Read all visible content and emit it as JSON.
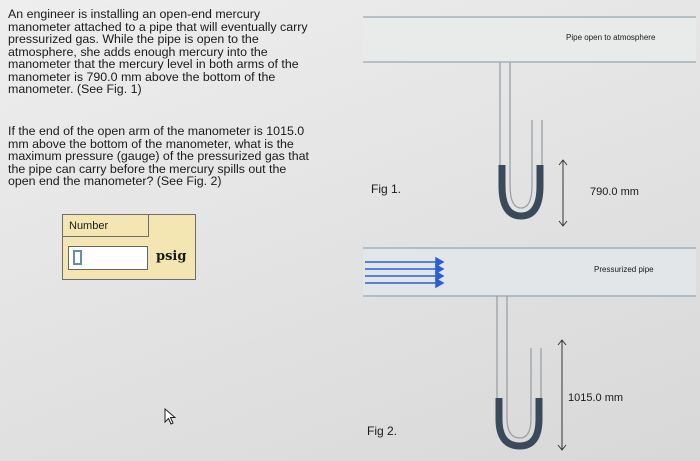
{
  "question": {
    "paragraph1": "An engineer is installing an open-end mercury\nmanometer attached to a pipe that will eventually carry\npressurized gas. While the pipe is open to the\natmosphere, she adds enough mercury into the\nmanometer that the mercury level in both arms of the\nmanometer is 790.0 mm above the bottom of the\nmanometer. (See Fig. 1)",
    "paragraph2": "If the end of the open arm of the manometer is 1015.0\nmm above the bottom of the manometer, what is the\nmaximum pressure (gauge) of the pressurized gas that\nthe pipe can carry before the mercury spills out the\nopen end the manometer? (See Fig. 2)"
  },
  "answer": {
    "label": "Number",
    "value": "",
    "unit": "psig"
  },
  "fig1": {
    "label": "Fig 1.",
    "pipe_label": "Pipe open to atmosphere",
    "dimension": "790.0 mm"
  },
  "fig2": {
    "label": "Fig 2.",
    "pipe_label": "Pressurized pipe",
    "dimension": "1015.0 mm"
  },
  "colors": {
    "answer_bg": "#f4e6b2",
    "mercury": "#3a4a5a",
    "gas_flow_arrows": "#2a5fd8"
  }
}
